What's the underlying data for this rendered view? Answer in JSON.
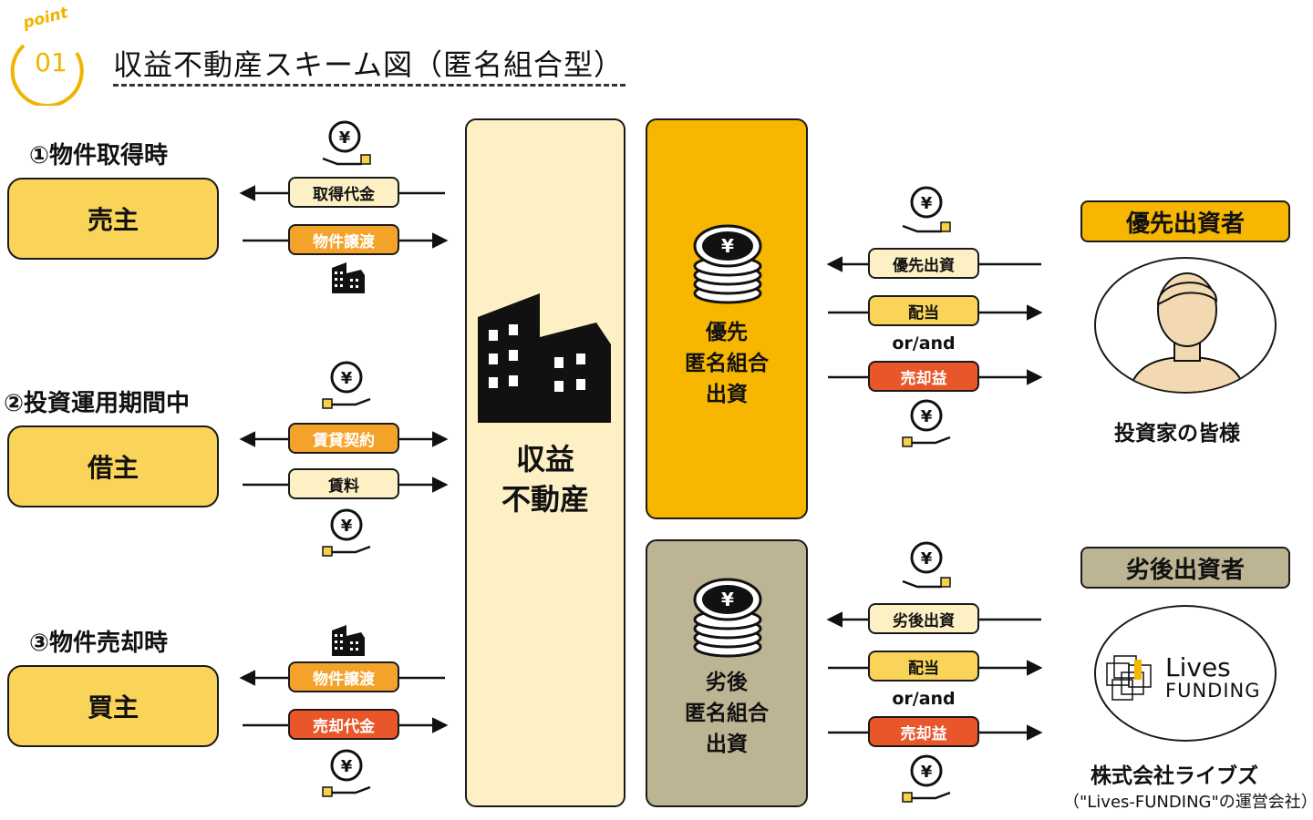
{
  "header": {
    "point_word": "point",
    "point_number": "01",
    "title": "収益不動産スキーム図（匿名組合型）"
  },
  "phases": [
    {
      "title": "①物件取得時",
      "party": "売主",
      "labels": [
        "取得代金",
        "物件譲渡"
      ]
    },
    {
      "title": "②投資運用期間中",
      "party": "借主",
      "labels": [
        "賃貸契約",
        "賃料"
      ]
    },
    {
      "title": "③物件売却時",
      "party": "買主",
      "labels": [
        "物件譲渡",
        "売却代金"
      ]
    }
  ],
  "property": {
    "line1": "収益",
    "line2": "不動産"
  },
  "fund_senior": {
    "line1": "優先",
    "line2": "匿名組合",
    "line3": "出資"
  },
  "fund_junior": {
    "line1": "劣後",
    "line2": "匿名組合",
    "line3": "出資"
  },
  "flows_senior": {
    "invest": "優先出資",
    "dividend": "配当",
    "oran": "or/and",
    "gain": "売却益"
  },
  "flows_junior": {
    "invest": "劣後出資",
    "dividend": "配当",
    "oran": "or/and",
    "gain": "売却益"
  },
  "investor_senior": {
    "header": "優先出資者",
    "caption": "投資家の皆様"
  },
  "investor_junior": {
    "header": "劣後出資者",
    "logo_line1": "Lives",
    "logo_line2": "FUNDING",
    "caption": "株式会社ライブズ",
    "sub": "（\"Lives-FUNDING\"の運営会社）"
  },
  "icons": {
    "yen": "yen-coin-hand-icon",
    "building": "building-icon",
    "coins": "coin-stack-icon",
    "person": "person-icon"
  },
  "colors": {
    "yellow": "#fad458",
    "gold": "#f7b600",
    "cream": "#fdf0c4",
    "orange": "#f4a32a",
    "red": "#e8562a",
    "khaki": "#bdb494"
  }
}
